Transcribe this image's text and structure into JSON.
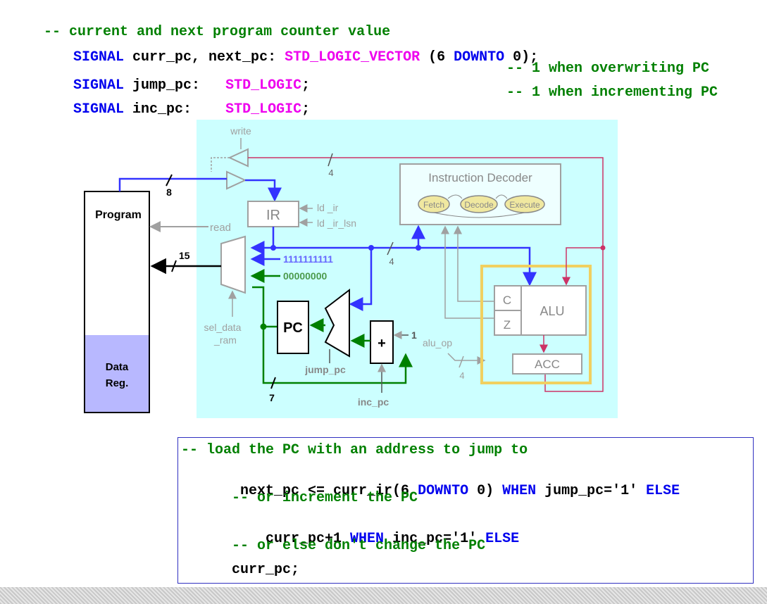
{
  "top_code": {
    "line1_comment": "-- current and next program counter value",
    "line2_kw": "SIGNAL",
    "line2_text": " curr_pc, next_pc: ",
    "line2_type": "STD_LOGIC_VECTOR",
    "line2_text2": " (6 ",
    "line2_kw2": "DOWNTO",
    "line2_text3": " 0);",
    "line3_kw": "SIGNAL",
    "line3_text": " jump_pc:   ",
    "line3_type": "STD_LOGIC",
    "line3_text2": ";",
    "line3_comment": "-- 1 when overwriting PC",
    "line4_kw": "SIGNAL",
    "line4_text": " inc_pc:    ",
    "line4_type": "STD_LOGIC",
    "line4_text2": ";",
    "line4_comment": "-- 1 when incrementing PC"
  },
  "diagram": {
    "write": "write",
    "bus_8": "8",
    "bus_4_top": "4",
    "program": "Program",
    "data_reg_1": "Data",
    "data_reg_2": "Reg.",
    "ir": "IR",
    "ld_ir": "ld _ir",
    "ld_ir_lsn": "ld _ir_lsn",
    "read": "read",
    "bus_15": "15",
    "ones": "1111111111",
    "zeros": "00000000",
    "bus_4_mid": "4",
    "sel_data_1": "sel_data",
    "sel_data_2": "_ram",
    "pc": "PC",
    "jump_pc": "jump_pc",
    "plus": "+",
    "one": "1",
    "alu_op": "alu_op",
    "bus_4_alu": "4",
    "inc_pc": "inc_pc",
    "bus_7": "7",
    "instr_decoder": "Instruction Decoder",
    "fetch": "Fetch",
    "decode": "Decode",
    "execute": "Execute",
    "c_flag": "C",
    "z_flag": "Z",
    "alu": "ALU",
    "acc": "ACC"
  },
  "bottom_code": {
    "line1_comment": "-- load the PC with an address to jump to",
    "line2_text": "   next_pc <= curr_ir(6 ",
    "line2_kw": "DOWNTO",
    "line2_text2": " 0) ",
    "line2_kw2": "WHEN",
    "line2_text3": " jump_pc='1' ",
    "line2_kw3": "ELSE",
    "line3_comment": "      -- or increment the PC",
    "line4_text": "      curr_pc+1 ",
    "line4_kw": "WHEN",
    "line4_text2": " inc_pc='1' ",
    "line4_kw2": "ELSE",
    "line5_comment": "      -- or else don't change the PC",
    "line6_text": "      curr_pc;"
  },
  "colors": {
    "comment": "#008000",
    "keyword": "#0000ee",
    "type": "#ee00ee",
    "diagram_bg": "#ccffff",
    "blue_bus": "#3333ff",
    "green_bus": "#008000",
    "red_bus": "#cc3366",
    "grey": "#a0a0a0",
    "data_reg_fill": "#b8b8ff",
    "alu_border": "#f0d060"
  }
}
